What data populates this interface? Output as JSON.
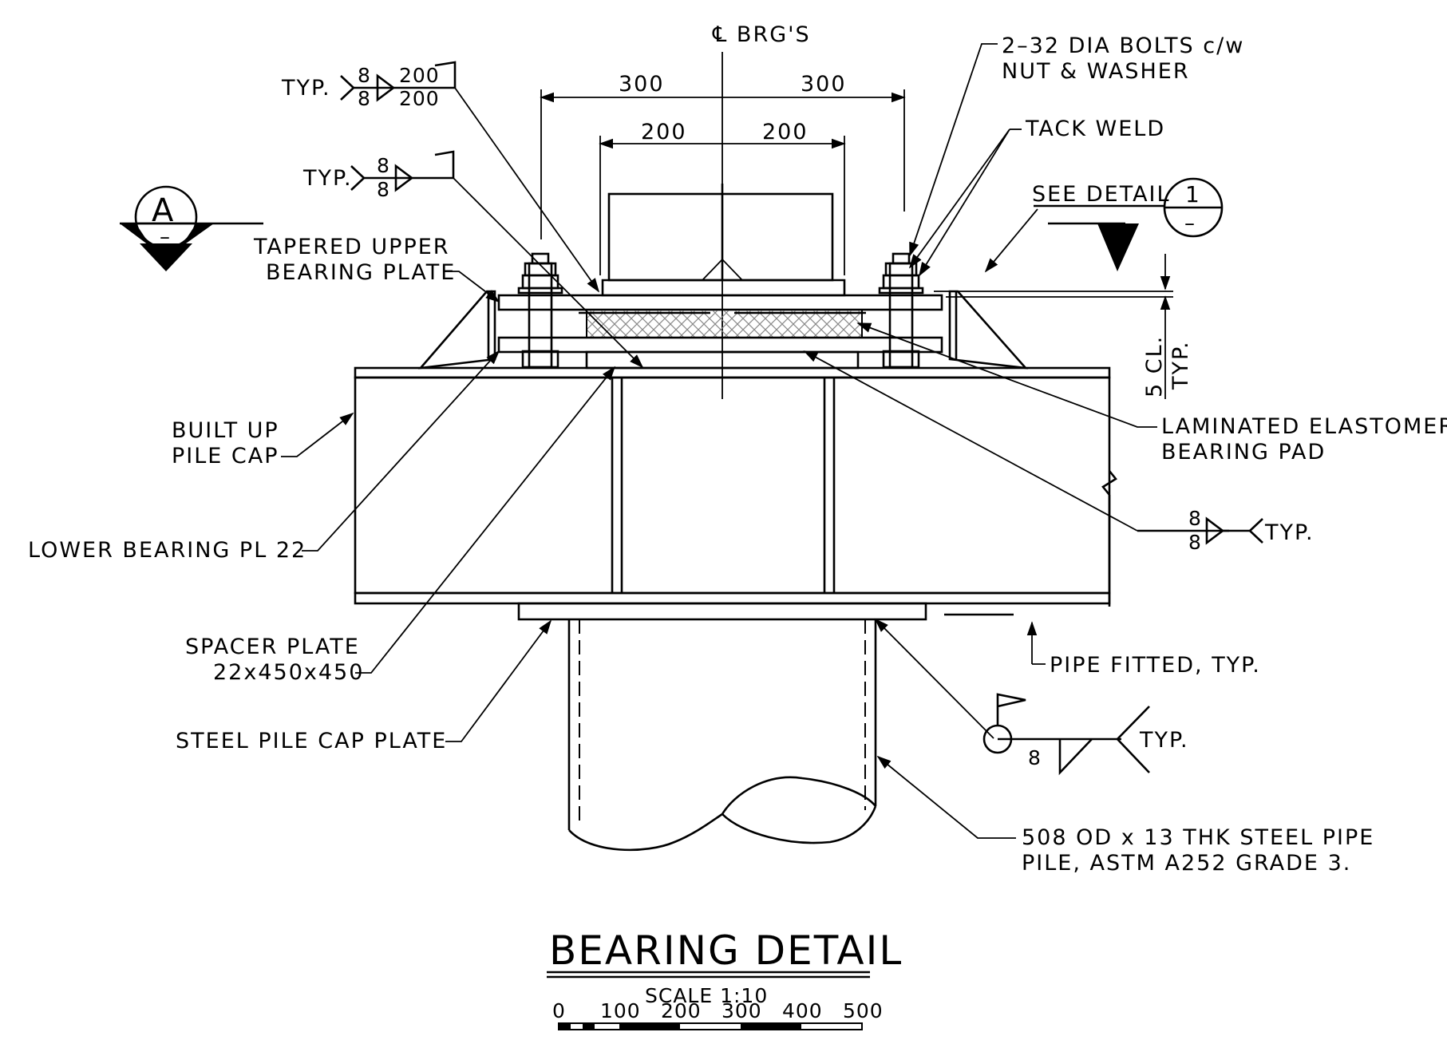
{
  "drawing": {
    "title": "BEARING DETAIL",
    "scale": "SCALE 1:10",
    "scale_bar": [
      "0",
      "100",
      "200",
      "300",
      "400",
      "500"
    ],
    "centerline": "℄ BRG'S",
    "section_marker": {
      "letter": "A",
      "ref": "–"
    },
    "detail_marker": {
      "number": "1",
      "ref": "–"
    },
    "dimensions": {
      "outer_left": "300",
      "outer_right": "300",
      "inner_left": "200",
      "inner_right": "200"
    },
    "welds": {
      "top_size_top": "8",
      "top_size_bottom": "8",
      "top_length_top": "200",
      "top_length_bottom": "200",
      "mid_size_top": "8",
      "mid_size_bottom": "8",
      "right_size_top": "8",
      "right_size_bottom": "8",
      "pipe_size": "8",
      "typ": "TYP."
    },
    "labels": {
      "bolts_1": "2–32 DIA BOLTS c/w",
      "bolts_2": "NUT & WASHER",
      "tack_weld": "TACK WELD",
      "see_detail": "SEE DETAIL",
      "tapered_1": "TAPERED UPPER",
      "tapered_2": "BEARING PLATE",
      "clearance_1": "5 CL.",
      "clearance_2": "TYP.",
      "pile_cap_1": "BUILT UP",
      "pile_cap_2": "PILE CAP",
      "pad_1": "LAMINATED ELASTOMERIC",
      "pad_2": "BEARING PAD",
      "lower_plate": "LOWER BEARING PL 22",
      "spacer_1": "SPACER PLATE",
      "spacer_2": "22x450x450",
      "pipe_fitted": "PIPE FITTED, TYP.",
      "steel_pile_cap_plate": "STEEL PILE CAP PLATE",
      "pipe_pile_1": "508 OD x 13 THK STEEL PIPE",
      "pipe_pile_2": "PILE, ASTM A252 GRADE 3."
    }
  }
}
